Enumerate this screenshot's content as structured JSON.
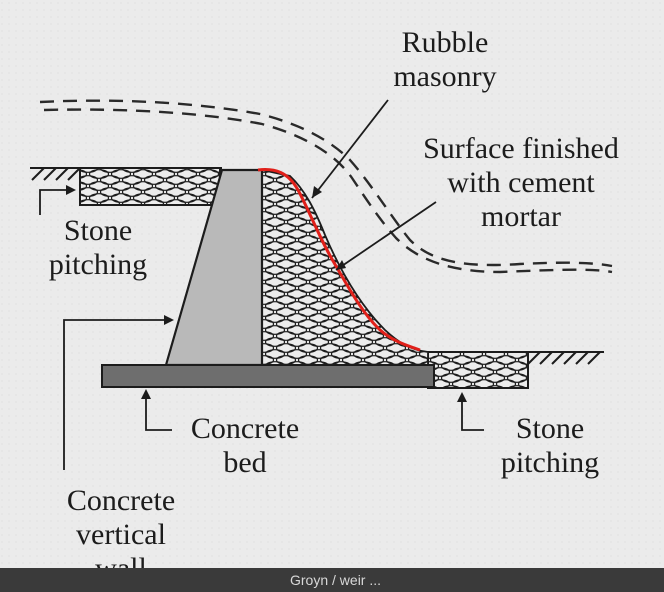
{
  "diagram": {
    "labels": {
      "rubble_masonry": [
        "Rubble",
        "masonry"
      ],
      "surface_finished": [
        "Surface finished",
        "with cement",
        "mortar"
      ],
      "stone_pitching_left": [
        "Stone",
        "pitching"
      ],
      "concrete_bed": [
        "Concrete",
        "bed"
      ],
      "stone_pitching_right": [
        "Stone",
        "pitching"
      ],
      "concrete_vertical_wall": [
        "Concrete",
        "vertical",
        "wall"
      ]
    },
    "colors": {
      "paper": "#ebebeb",
      "ink": "#1c1c1c",
      "wall_fill": "#b9b9b9",
      "bed_fill": "#6e6e6e",
      "highlight": "#e0201a"
    }
  },
  "caption_bar": {
    "text": "Groyn / weir ..."
  }
}
